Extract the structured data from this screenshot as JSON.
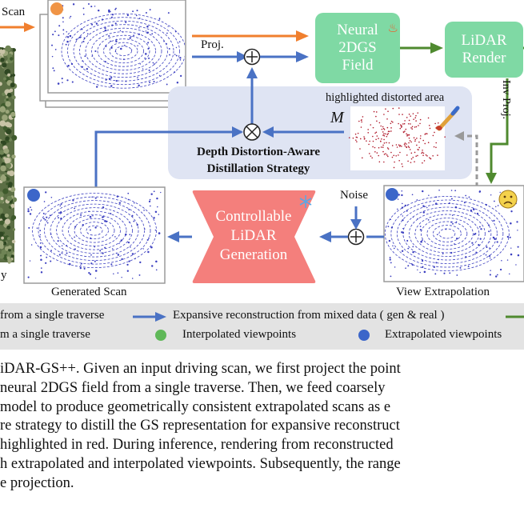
{
  "labels": {
    "scan": "Scan",
    "proj": "Proj.",
    "inv_proj": "Inv Proj.",
    "highlighted_area": "highlighted distorted area",
    "mask_symbol": "M",
    "noise": "Noise",
    "generated_scan": "Generated Scan",
    "view_extrapolation": "View Extrapolation",
    "left_edge_fragment": "y"
  },
  "boxes": {
    "neural_field": [
      "Neural",
      "2DGS",
      "Field"
    ],
    "lidar_render": [
      "LiDAR",
      "Render"
    ],
    "distillation": [
      "Depth Distortion-Aware",
      "Distillation Strategy"
    ],
    "controllable": [
      "Controllable",
      "LiDAR",
      "Generation"
    ]
  },
  "legend": {
    "row1_left": "from a single traverse",
    "row1_right": "Expansive reconstruction from mixed data ( gen & real )",
    "row2_left": "m a single traverse",
    "row2_mid": "Interpolated viewpoints",
    "row2_right": "Extrapolated viewpoints"
  },
  "caption": [
    "iDAR-GS++. Given an input driving scan, we first project the point",
    "neural 2DGS field from a single traverse. Then, we feed coarsely",
    "model to produce geometrically consistent extrapolated scans as e",
    "re strategy to distill the GS representation for expansive reconstruct",
    "highlighted in red. During inference, rendering from reconstructed",
    "h extrapolated and interpolated viewpoints. Subsequently, the range",
    "e projection."
  ],
  "colors": {
    "orange_arrow": "#f07f2e",
    "blue_arrow": "#4a72c4",
    "green_arrow": "#4f8a2f",
    "green_box": "#7fd9a4",
    "pink_box": "#f47f7c",
    "panel": "#dfe4f3",
    "scan_points": "#3b3fc0",
    "distorted_points": "#b0192a",
    "interp_dot": "#5fb858",
    "extrap_dot": "#3c66c9"
  },
  "icons": [
    "fire-icon",
    "snowflake-icon",
    "brush-icon",
    "sad-face-icon",
    "orange-dot-icon",
    "blue-dot-icon"
  ]
}
